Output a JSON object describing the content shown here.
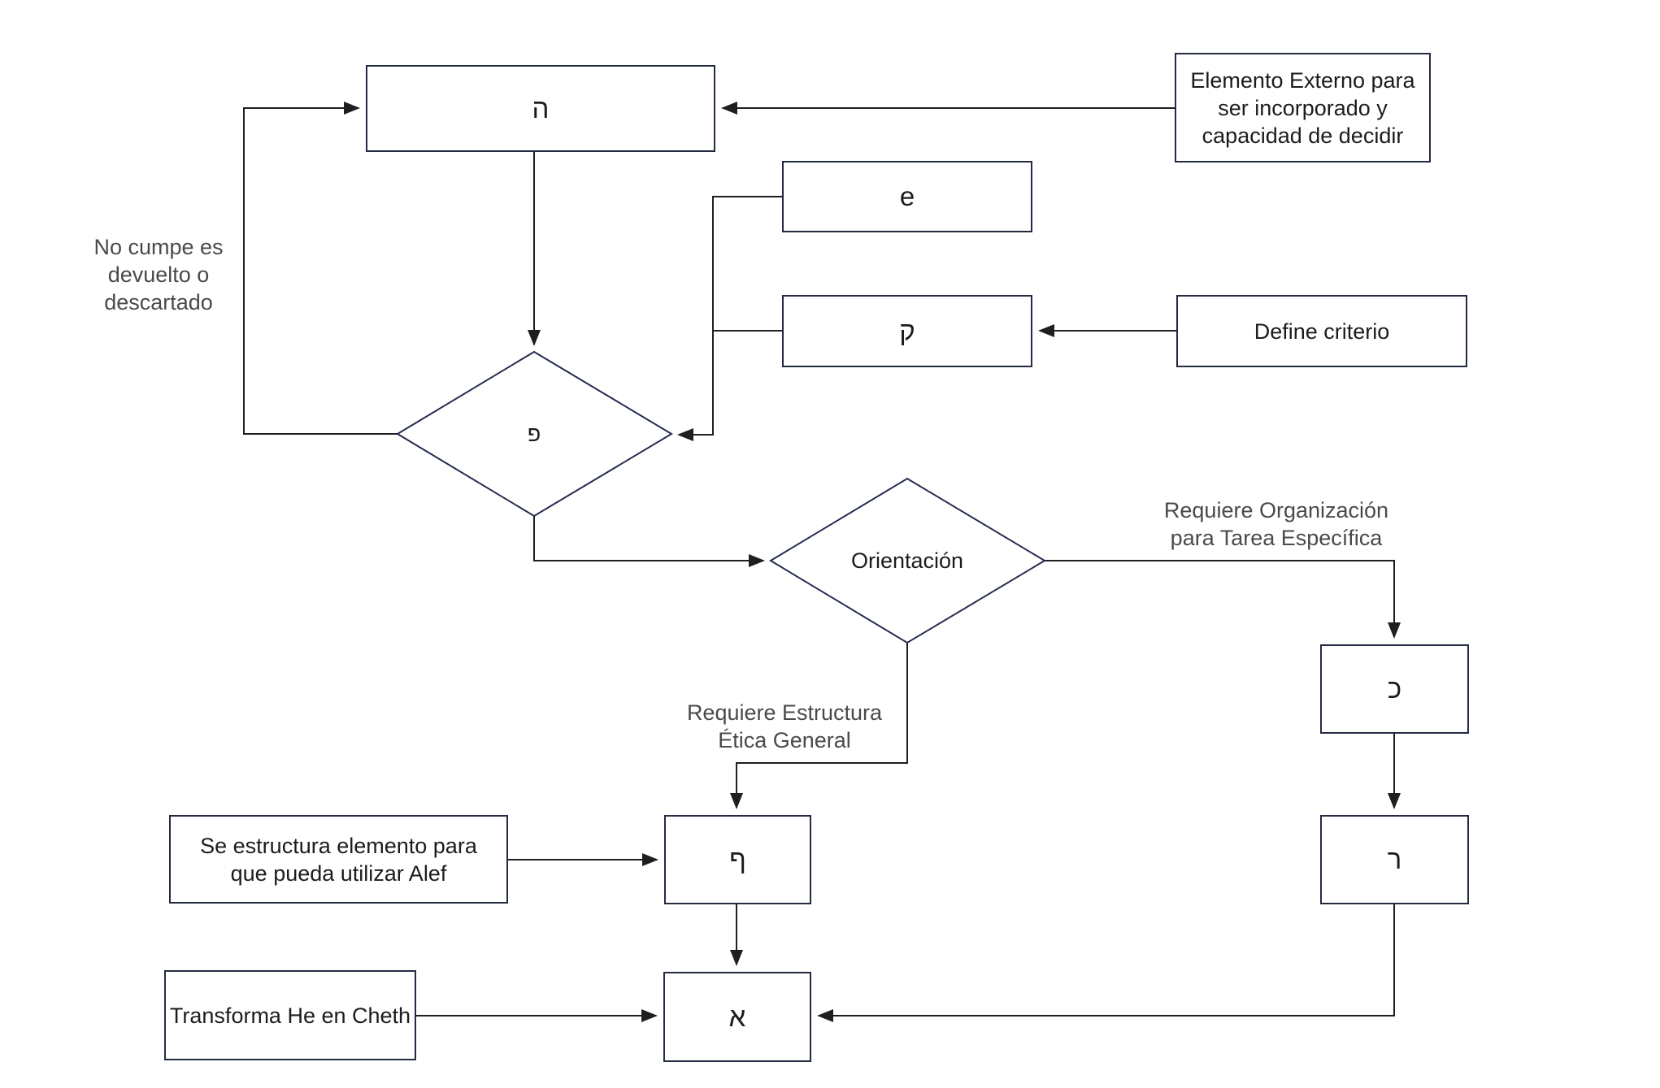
{
  "diagram": {
    "nodes": {
      "he": {
        "label": "ה"
      },
      "elemento_externo": {
        "label": "Elemento Externo para ser incorporado y capacidad de decidir"
      },
      "e": {
        "label": "e"
      },
      "qoph": {
        "label": "ק"
      },
      "define_criterio": {
        "label": "Define criterio"
      },
      "pe": {
        "label": "פ"
      },
      "orientacion": {
        "label": "Orientación"
      },
      "kaph": {
        "label": "כ"
      },
      "resh": {
        "label": "ר"
      },
      "pe_sofit": {
        "label": "ף"
      },
      "alef": {
        "label": "א"
      },
      "se_estructura": {
        "label": "Se estructura elemento para que pueda utilizar Alef"
      },
      "transforma": {
        "label": "Transforma He en Cheth"
      }
    },
    "annotations": {
      "no_cumple": "No cumpe es devuelto o descartado",
      "requiere_org": "Requiere Organización para Tarea Específica",
      "requiere_etica": "Requiere Estructura Ética General"
    },
    "colors": {
      "box_border": "#232b42",
      "diamond_border": "#262c4e",
      "connector": "#1f1f1f",
      "annotation_text": "#4a4a4a",
      "node_text": "#1c1c1c",
      "background": "#ffffff"
    }
  }
}
